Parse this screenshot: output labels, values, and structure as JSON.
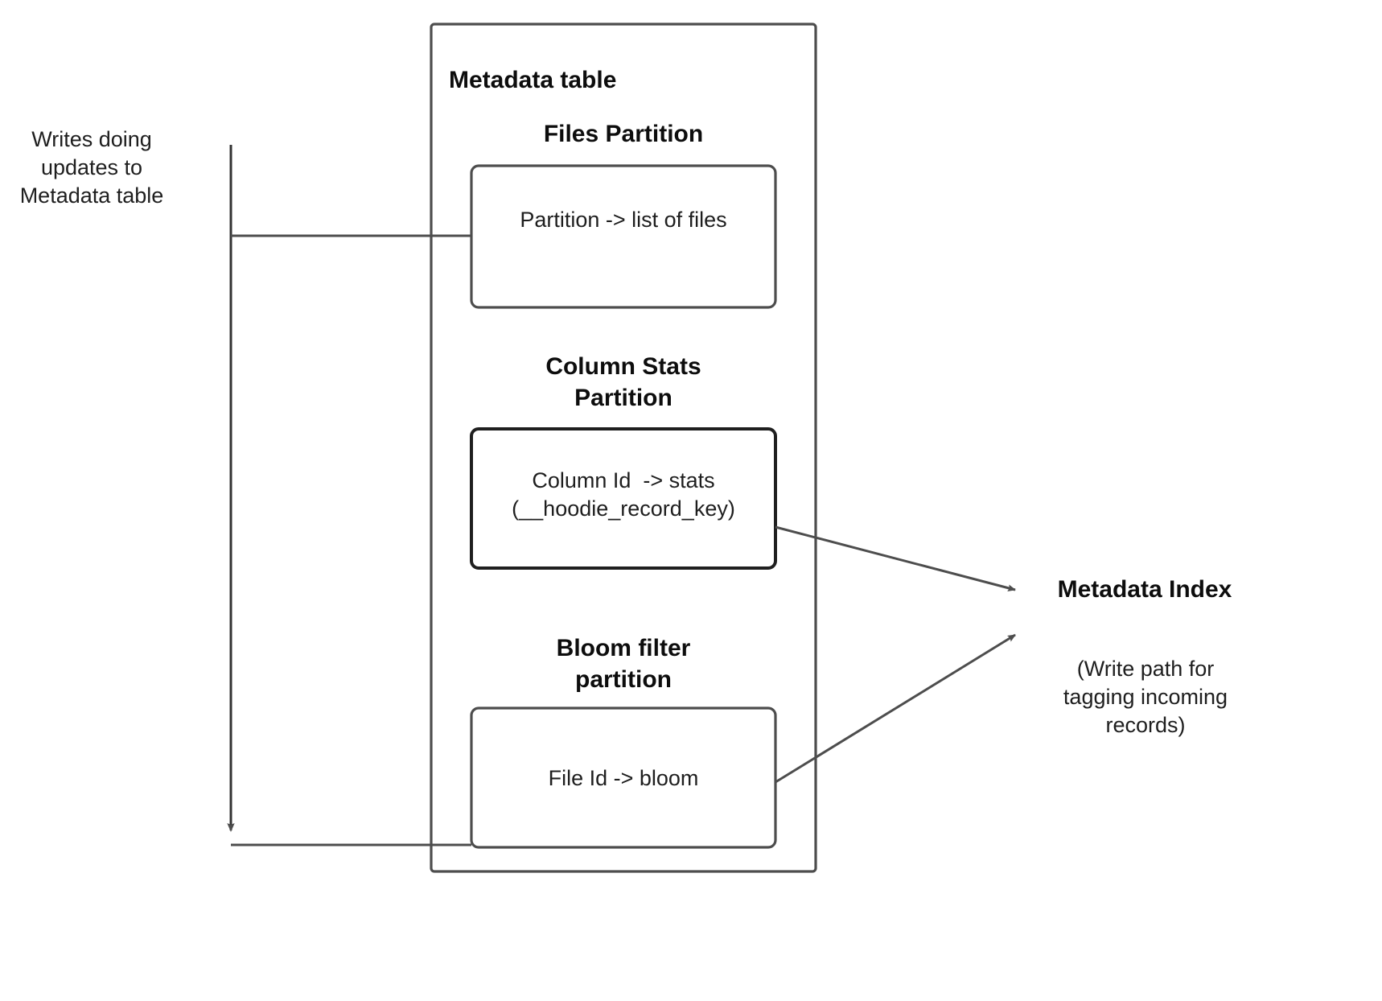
{
  "diagram": {
    "title": "Hudi Metadata table partitions and Metadata Index write path",
    "type": "flow-diagram",
    "background_color": "#ffffff",
    "stroke_color": "#4d4d4d",
    "text_color": "#1e1e1e"
  },
  "left": {
    "writes_label": "Writes doing\nupdates to\nMetadata table"
  },
  "container": {
    "title": "Metadata table"
  },
  "partitions": [
    {
      "heading": "Files Partition",
      "box_text": "Partition -> list of files",
      "emphasis": false
    },
    {
      "heading": "Column Stats\nPartition",
      "box_text": "Column Id  -> stats\n(__hoodie_record_key)",
      "emphasis": true
    },
    {
      "heading": "Bloom filter\npartition",
      "box_text": "File Id -> bloom",
      "emphasis": false
    }
  ],
  "right": {
    "index_title": "Metadata Index",
    "index_subtitle": "(Write path for\ntagging incoming\nrecords)"
  }
}
